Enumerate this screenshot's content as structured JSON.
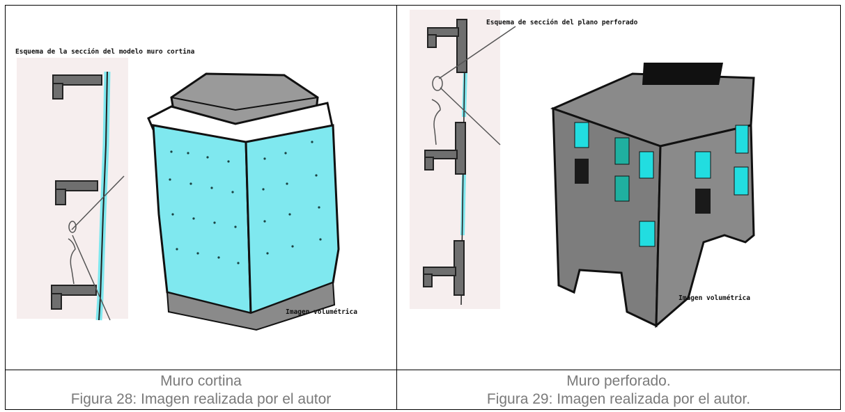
{
  "left": {
    "sketch_title": "Esquema de la sección del modelo muro cortina",
    "volume_label": "Imagen volumétrica",
    "caption_title": "Muro cortina",
    "caption_figure": "Figura 28: Imagen realizada por el autor"
  },
  "right": {
    "sketch_title": "Esquema de sección del plano perforado",
    "volume_label": "Imagen volumétrica",
    "caption_title": "Muro perforado.",
    "caption_figure": "Figura 29: Imagen realizada por el autor."
  },
  "colors": {
    "glass": "#7fe8ef",
    "concrete": "#8a8a8a",
    "window": "#22dde0",
    "window_dark": "#1a1a1a",
    "caption": "#7a7a7a"
  }
}
